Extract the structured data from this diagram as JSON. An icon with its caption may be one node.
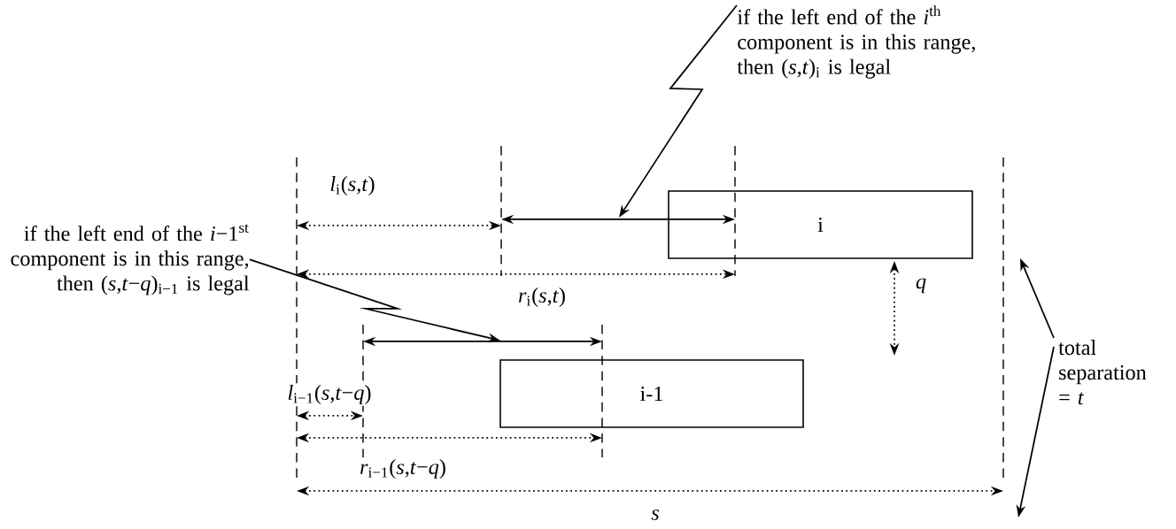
{
  "diagram": {
    "nodes": [
      {
        "text": [
          "i"
        ]
      },
      {
        "text": [
          "i-1"
        ]
      },
      {
        "text": [
          "if the left end of the *i*$^{th}$ component is in this range, then (*s*,*t*)$_{i}$ is legal"
        ]
      },
      {
        "text": [
          "if the left end of the *i*−1$^{st}$ component is in this range, then (*s*,*t*−*q*)$_{i−1}$ is legal"
        ]
      }
    ],
    "edges": [
      {
        "from": 2,
        "to": null,
        "arrow": "to"
      },
      {
        "from": 3,
        "to": null,
        "arrow": "to"
      }
    ],
    "labels": [
      "*l*$_{i}$(*s*,*t*)",
      "*r*$_{i}$(*s*,*t*)",
      "*q*",
      "*l*$_{i−1}$(*s*,*t*−*q*)",
      "total separation = *t*",
      "*r*$_{i−1}$(*s*,*t*−*q*)",
      "*s*"
    ]
  }
}
